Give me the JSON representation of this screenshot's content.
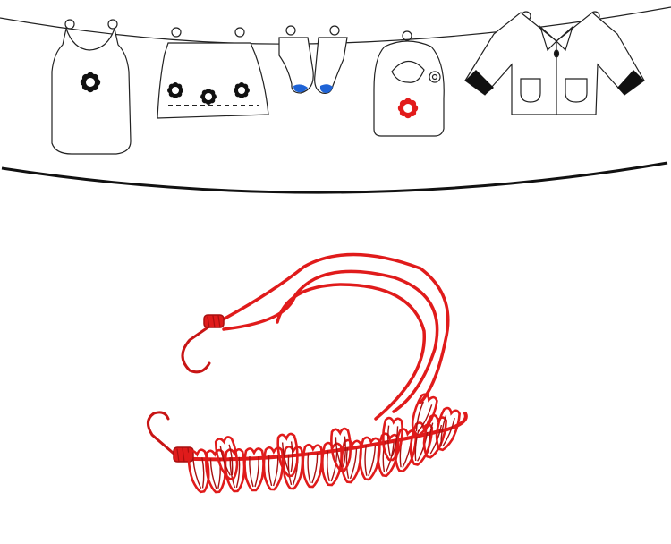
{
  "colors": {
    "line": "#222222",
    "flower_black": "#111111",
    "flower_red": "#e21b1b",
    "sock_blue": "#1e63d6",
    "cuff_black": "#111111",
    "cord_red": "#e01b1b",
    "cord_dark": "#a80f0f",
    "background": "#ffffff"
  },
  "illustration": {
    "garments": [
      "baby-vest",
      "skirt",
      "socks",
      "bib",
      "jacket"
    ],
    "clothespin_count": 20
  }
}
